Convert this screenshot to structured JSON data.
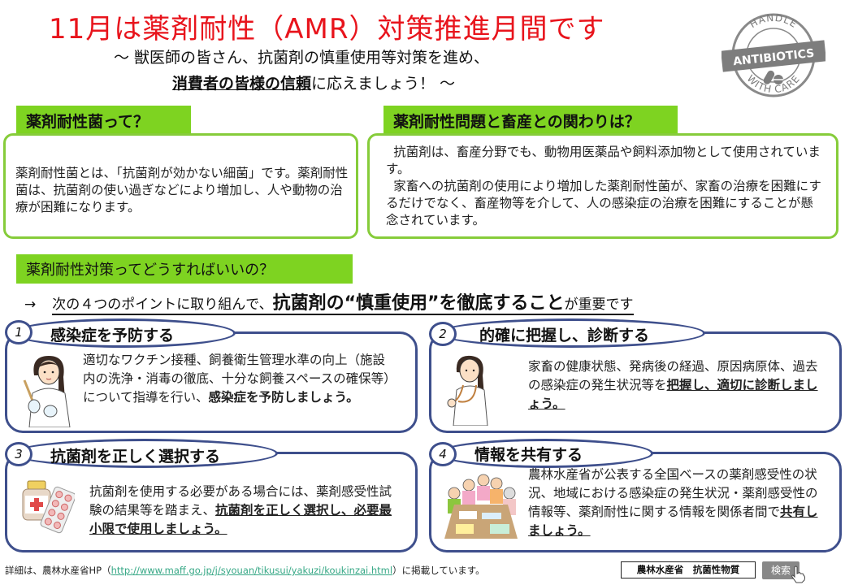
{
  "header": {
    "title": "11月は薬剤耐性（AMR）対策推進月間です",
    "subtitle_line1": "～ 獣医師の皆さん、抗菌剤の慎重使用等対策を進め、",
    "subtitle_line2_emphasis": "消費者の皆様の信頼",
    "subtitle_line2_rest": "に応えましょう！ ～",
    "badge": {
      "top_text": "HANDLE",
      "band_text": "ANTIBIOTICS",
      "bottom_text": "WITH CARE",
      "icon": "pill-capsule-icon"
    }
  },
  "sections": [
    {
      "heading": "薬剤耐性菌って？",
      "body": "薬剤耐性菌とは、「抗菌剤が効かない細菌」です。薬剤耐性菌は、抗菌剤の使い過ぎなどにより増加し、人や動物の治療が困難になります。"
    },
    {
      "heading": "薬剤耐性問題と畜産との関わりは？",
      "body_p1": "抗菌剤は、畜産分野でも、動物用医薬品や飼料添加物として使用されています。",
      "body_p2": "家畜への抗菌剤の使用により増加した薬剤耐性菌が、家畜の治療を困難にするだけでなく、畜産物等を介して、人の感染症の治療を困難にすることが懸念されています。"
    }
  ],
  "measures": {
    "heading": "薬剤耐性対策ってどうすればいいの？",
    "lead_arrow": "→",
    "lead_part1": "次の４つのポイントに取り組んで、",
    "lead_emphasis": "抗菌剤の“慎重使用”を徹底すること",
    "lead_part2": "が重要です"
  },
  "points": [
    {
      "number": "1",
      "title": "感染症を予防する",
      "text_plain": "適切なワクチン接種、飼養衛生管理水準の向上（施設内の洗浄・消毒の徹底、十分な飼養スペースの確保等）について指導を行い、",
      "text_bold": "感染症を予防しましょう。",
      "illustration": "vet-with-syringe-icon"
    },
    {
      "number": "2",
      "title": "的確に把握し、診断する",
      "text_plain": "家畜の健康状態、発病後の経過、原因病原体、過去の感染症の発生状況等を",
      "text_bold": "把握し、適切に診断しましょう。",
      "illustration": "vet-with-stethoscope-icon"
    },
    {
      "number": "3",
      "title": "抗菌剤を正しく選択する",
      "text_plain": "抗菌剤を使用する必要がある場合には、薬剤感受性試験の結果等を踏まえ、",
      "text_bold": "抗菌剤を正しく選択し、必要最小限で使用しましょう。",
      "illustration": "medicine-bottle-and-pills-icon"
    },
    {
      "number": "4",
      "title": "情報を共有する",
      "text_plain": "農林水産省が公表する全国ベースの薬剤感受性の状況、地域における感染症の発生状況・薬剤感受性の情報等、薬剤耐性に関する情報を関係者間で",
      "text_bold": "共有しましょう。",
      "illustration": "group-meeting-icon"
    }
  ],
  "footer": {
    "prefix": "詳細は、農林水産省HP（",
    "link": "http://www.maff.go.jp/j/syouan/tikusui/yakuzi/koukinzai.html",
    "suffix": "）に掲載しています。",
    "search_query": "農林水産省　抗菌性物質",
    "search_button": "検索"
  },
  "colors": {
    "title_red": "#e8141c",
    "green_tab": "#7ed321",
    "green_border": "#86cc3a",
    "navy_border": "#3e4f8c",
    "link_teal": "#37a886",
    "search_btn_gray": "#888888"
  }
}
